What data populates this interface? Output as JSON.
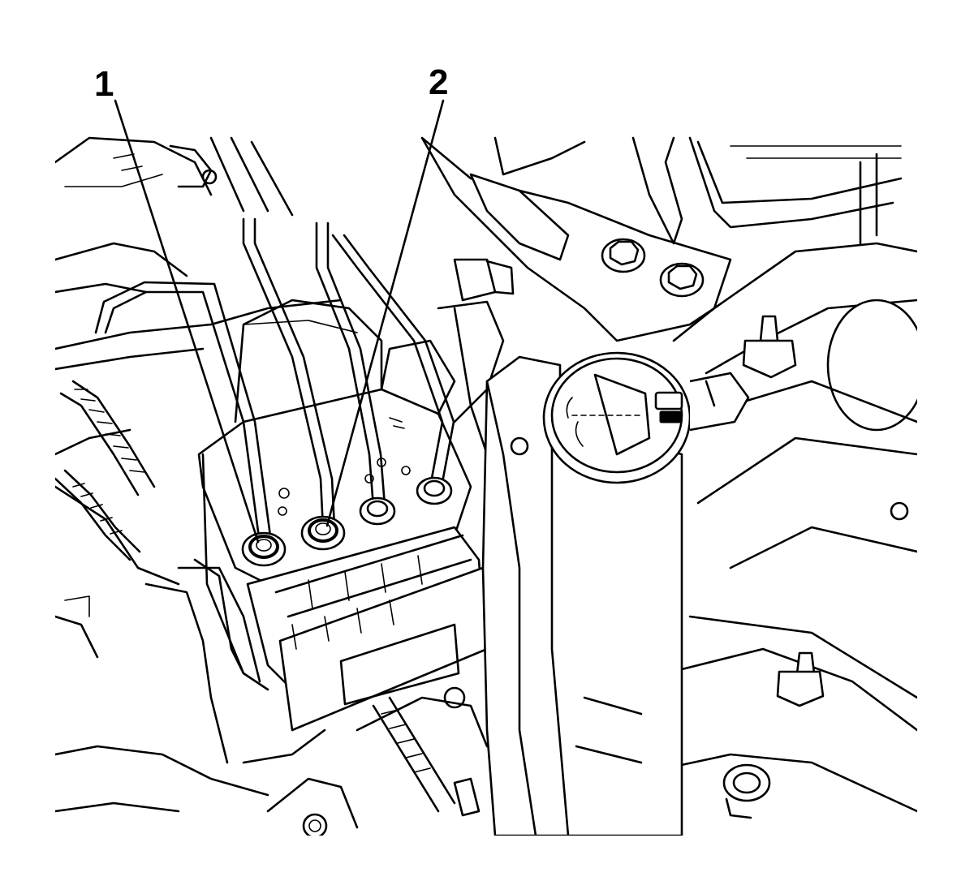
{
  "callouts": [
    {
      "id": "1",
      "label": "1"
    },
    {
      "id": "2",
      "label": "2"
    }
  ],
  "reservoir_symbol": "washer-fluid-icon"
}
